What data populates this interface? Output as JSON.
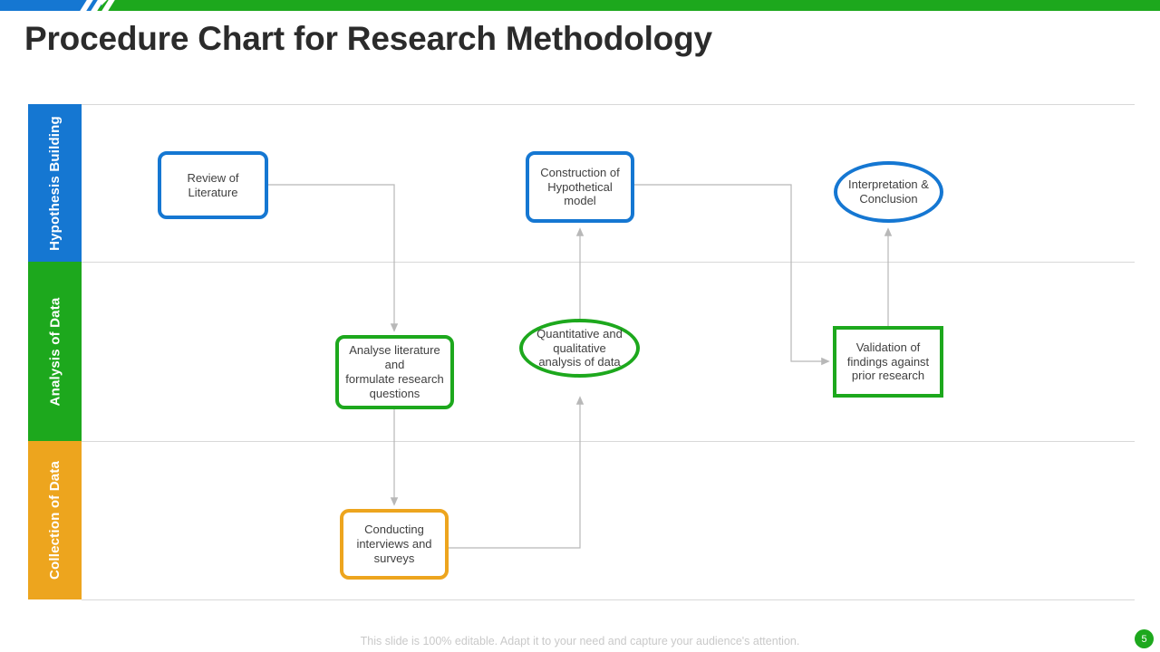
{
  "slide": {
    "title": "Procedure Chart for Research Methodology",
    "footer_note": "This slide is 100% editable. Adapt it to your need and capture your audience's attention.",
    "page_number": "5"
  },
  "colors": {
    "blue": "#1577d2",
    "green": "#1da81d",
    "orange": "#eda51e",
    "text": "#404040",
    "title": "#2b2b2b",
    "rule": "#d8d8d8",
    "connector": "#b0b0b0",
    "footer": "#c9c9c9"
  },
  "lanes": [
    {
      "id": "hypothesis-building",
      "label": "Hypothesis Building",
      "color": "#1577d2"
    },
    {
      "id": "analysis-of-data",
      "label": "Analysis of Data",
      "color": "#1da81d"
    },
    {
      "id": "collection-of-data",
      "label": "Collection of Data",
      "color": "#eda51e"
    }
  ],
  "chart_data": {
    "type": "diagram",
    "title": "Procedure Chart for Research Methodology",
    "lanes": [
      "Hypothesis Building",
      "Analysis of Data",
      "Collection of Data"
    ],
    "nodes": [
      {
        "id": "review",
        "label": "Review of\nLiterature",
        "lane": "Hypothesis Building",
        "shape": "rounded-rect",
        "color": "#1577d2"
      },
      {
        "id": "construction",
        "label": "Construction of\nHypothetical\nmodel",
        "lane": "Hypothesis Building",
        "shape": "rounded-rect",
        "color": "#1577d2"
      },
      {
        "id": "interpretation",
        "label": "Interpretation &\nConclusion",
        "lane": "Hypothesis Building",
        "shape": "ellipse",
        "color": "#1577d2"
      },
      {
        "id": "analyse",
        "label": "Analyse literature\nand\nformulate research\nquestions",
        "lane": "Analysis of Data",
        "shape": "rounded-rect",
        "color": "#1da81d"
      },
      {
        "id": "quantitative",
        "label": "Quantitative and\nqualitative\nanalysis of data",
        "lane": "Analysis of Data",
        "shape": "ellipse",
        "color": "#1da81d"
      },
      {
        "id": "validation",
        "label": "Validation of\nfindings against\nprior research",
        "lane": "Analysis of Data",
        "shape": "rect",
        "color": "#1da81d"
      },
      {
        "id": "conducting",
        "label": "Conducting\ninterviews and\nsurveys",
        "lane": "Collection of Data",
        "shape": "rounded-rect",
        "color": "#eda51e"
      }
    ],
    "edges": [
      {
        "from": "review",
        "to": "analyse",
        "arrow": true
      },
      {
        "from": "analyse",
        "to": "conducting",
        "arrow": true
      },
      {
        "from": "conducting",
        "to": "quantitative",
        "arrow": true
      },
      {
        "from": "quantitative",
        "to": "construction",
        "arrow": true
      },
      {
        "from": "construction",
        "to": "validation",
        "arrow": true
      },
      {
        "from": "validation",
        "to": "interpretation",
        "arrow": true
      }
    ]
  },
  "nodes": {
    "review": {
      "line1": "Review  of",
      "line2": "Literature"
    },
    "construction": {
      "line1": "Construction  of",
      "line2": "Hypothetical",
      "line3": "model"
    },
    "interpretation": {
      "line1": "Interpretation  &",
      "line2": "Conclusion"
    },
    "analyse": {
      "line1": "Analyse literature",
      "line2": "and",
      "line3": "formulate  research",
      "line4": "questions"
    },
    "quantitative": {
      "line1": "Quantitative  and",
      "line2": "qualitative",
      "line3": "analysis of data"
    },
    "validation": {
      "line1": "Validation of",
      "line2": "findings against",
      "line3": "prior research"
    },
    "conducting": {
      "line1": "Conducting",
      "line2": "interviews  and",
      "line3": "surveys"
    }
  }
}
